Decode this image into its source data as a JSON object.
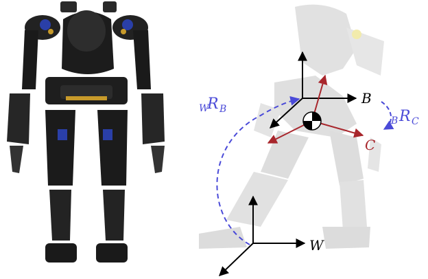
{
  "frames": {
    "world": {
      "label": "W"
    },
    "base": {
      "label": "B"
    },
    "com": {
      "label": "C"
    }
  },
  "rotations": {
    "world_to_base": {
      "main": "R",
      "pre_sub": "W",
      "post_sub": "B"
    },
    "base_to_com": {
      "main": "R",
      "pre_sub": "B",
      "post_sub": "C"
    }
  },
  "colors": {
    "black_axes": "#000000",
    "red_axes": "#a8262c",
    "blue_rotations": "#4a4ad8",
    "robot_dark": "#1a1a1a",
    "robot_faded": "#c9c9c9",
    "accent_blue": "#2a3fa8",
    "accent_gold": "#c79a2a"
  }
}
